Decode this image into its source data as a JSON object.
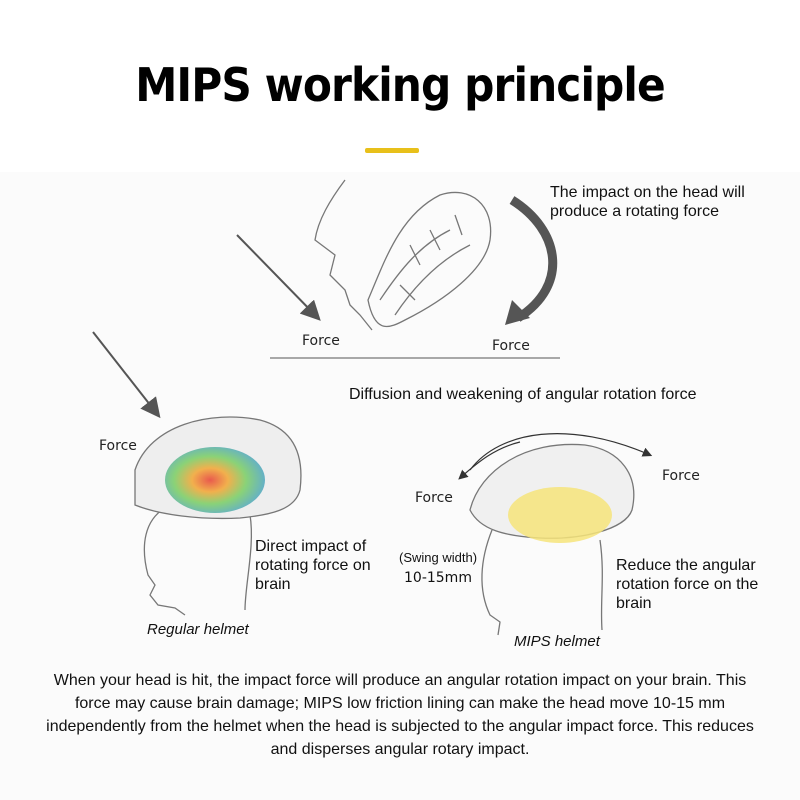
{
  "title": "MIPS working principle",
  "colors": {
    "accent": "#e8c01a",
    "arrow": "#555555",
    "brain_gradient": [
      "#e84a3b",
      "#f2a93b",
      "#7fcf6a",
      "#4aa0d8"
    ],
    "mips_layer": "#f6e47a"
  },
  "top_diagram": {
    "note": "The impact on the head will produce a rotating force",
    "force_left": "Force",
    "force_right": "Force",
    "diffusion": "Diffusion and weakening of angular rotation force"
  },
  "regular": {
    "force": "Force",
    "note": "Direct impact of rotating force on brain",
    "caption": "Regular helmet"
  },
  "mips": {
    "force_left": "Force",
    "force_right": "Force",
    "swing_label": "(Swing width)",
    "swing_value": "10-15mm",
    "note": "Reduce the angular rotation force on the brain",
    "caption": "MIPS helmet"
  },
  "description": "When your head is hit, the impact force will produce an angular rotation impact on your brain. This force may cause brain damage; MIPS low friction lining can make the head move 10-15 mm independently from the helmet when the head is subjected to the angular impact force. This reduces and disperses angular rotary impact."
}
